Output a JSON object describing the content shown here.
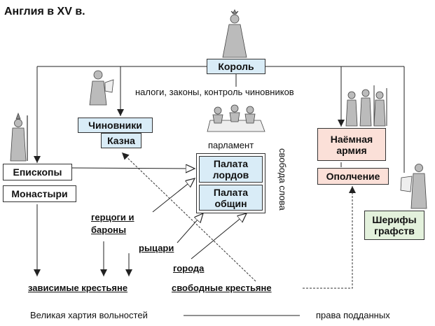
{
  "title": "Англия в XV в.",
  "nodes": {
    "king": "Король",
    "officials": "Чиновники",
    "treasury": "Казна",
    "bishops": "Епископы",
    "monasteries": "Монастыри",
    "lords": "Палата лордов",
    "commons": "Палата общин",
    "mercenary": "Наёмная армия",
    "militia": "Ополчение",
    "sheriffs": "Шерифы графств"
  },
  "labels": {
    "powers": "налоги, законы, контроль чиновников",
    "parliament": "парламент",
    "free_speech": "свобода слова",
    "dukes": "герцоги и бароны",
    "knights": "рыцари",
    "towns": "города",
    "dependent": "зависимые крестьяне",
    "free": "свободные крестьяне",
    "charter": "Великая хартия вольностей",
    "rights": "права подданных"
  },
  "figures": [
    "king-figure-icon",
    "official-figure-icon",
    "bishop-figure-icon",
    "parliament-figure-icon",
    "soldiers-figure-icon",
    "sheriff-figure-icon"
  ]
}
